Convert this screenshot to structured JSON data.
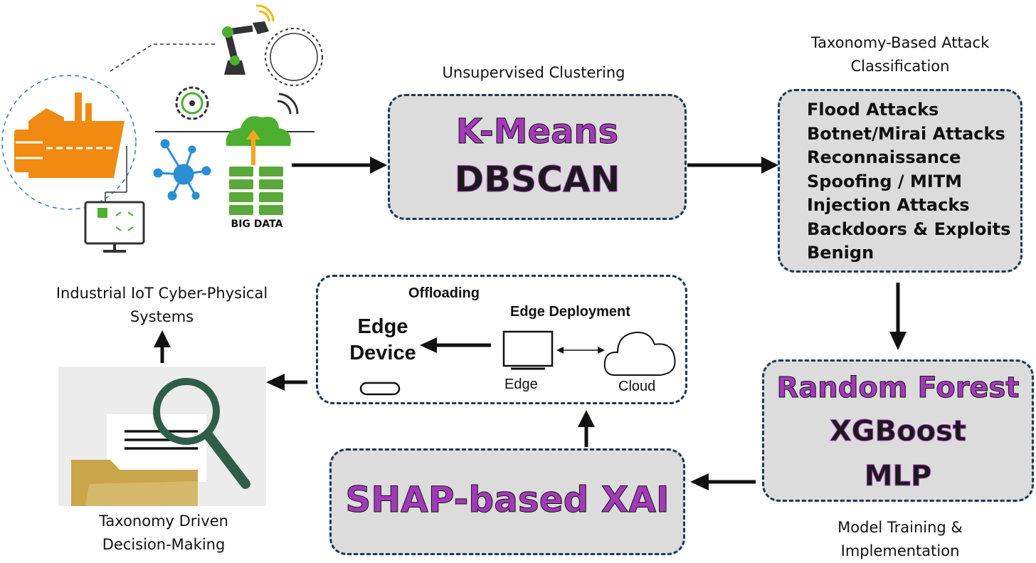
{
  "top_left": {
    "big_data_label": "BIG DATA",
    "caption": "Industrial IoT Cyber-Physical Systems"
  },
  "clustering": {
    "caption": "Unsupervised Clustering",
    "method1": "K-Means",
    "method2": "DBSCAN"
  },
  "taxonomy": {
    "caption": "Taxonomy-Based Attack Classification",
    "classes": [
      "Flood Attacks",
      "Botnet/Mirai Attacks",
      "Reconnaissance",
      "Spoofing / MITM",
      "Injection Attacks",
      "Backdoors & Exploits",
      "Benign"
    ]
  },
  "models": {
    "model1": "Random Forest",
    "model2": "XGBoost",
    "model3": "MLP",
    "caption": "Model Training & Implementation"
  },
  "xai": {
    "label": "SHAP-based XAI"
  },
  "edge": {
    "offloading": "Offloading",
    "edge_device": "Edge Device",
    "edge_deployment": "Edge Deployment",
    "edge_label": "Edge",
    "cloud_label": "Cloud"
  },
  "decision": {
    "caption": "Taxonomy Driven Decision-Making"
  },
  "colors": {
    "purple": "#a23ab8",
    "box_gray": "#dcdcdc",
    "dash_navy": "#1f3a52",
    "factory_orange": "#f08a10",
    "cloud_green": "#4caf2f",
    "network_blue": "#2a8fd4",
    "magnifier_green": "#2e5e4a",
    "folder_gold": "#c9a64a"
  }
}
